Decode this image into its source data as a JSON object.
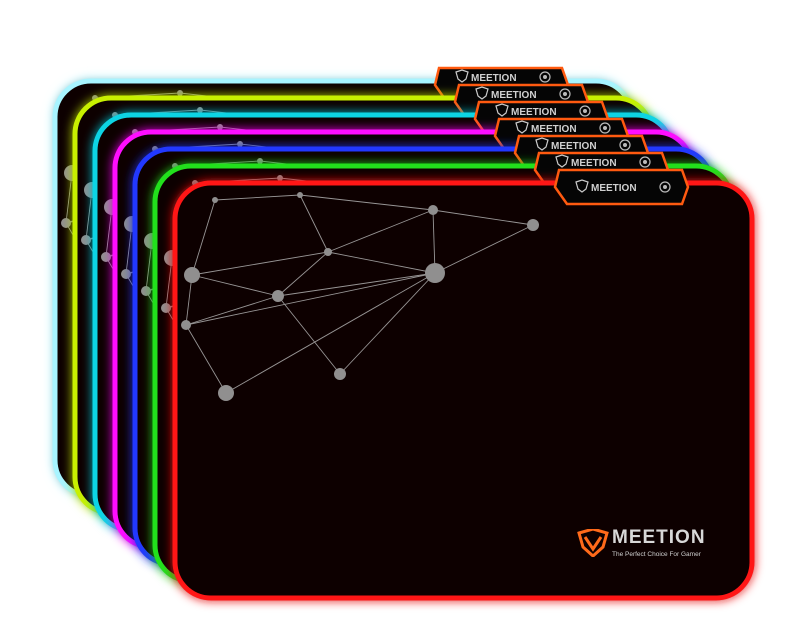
{
  "product": {
    "brand": "MEETION",
    "tagline": "The Perfect Choice For Gamer",
    "tab_label": "MEETION"
  },
  "pads": [
    {
      "name": "ice-blue",
      "glow": "#a8f4ff"
    },
    {
      "name": "lime",
      "glow": "#c8f000"
    },
    {
      "name": "cyan",
      "glow": "#10d4e4"
    },
    {
      "name": "magenta",
      "glow": "#ff10ff"
    },
    {
      "name": "blue",
      "glow": "#2438ff"
    },
    {
      "name": "green",
      "glow": "#22e01c"
    },
    {
      "name": "red",
      "glow": "#ff1414"
    }
  ],
  "colors": {
    "surface": "#070404",
    "tab_border": "#ff5a10",
    "logo_orange": "#ff6a1a",
    "network": "#b0b0b0"
  }
}
